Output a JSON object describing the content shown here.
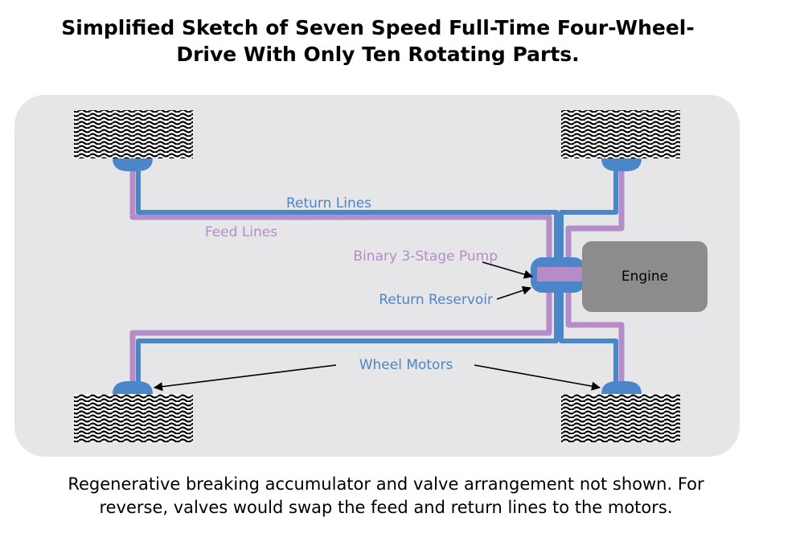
{
  "title": {
    "line1": "Simplified Sketch of Seven Speed Full-Time Four-Wheel-",
    "line2": "Drive With Only Ten Rotating Parts."
  },
  "labels": {
    "return_lines": "Return Lines",
    "feed_lines": "Feed Lines",
    "pump": "Binary 3-Stage Pump",
    "reservoir": "Return Reservoir",
    "engine": "Engine",
    "wheel_motors": "Wheel Motors"
  },
  "caption": {
    "line1": "Regenerative breaking accumulator and valve arrangement not shown. For",
    "line2": "reverse, valves would swap the feed and return lines to the motors."
  },
  "colors": {
    "feed": "#b48cc8",
    "return": "#4a86c8",
    "engine": "#8c8c8c",
    "chassis": "#e6e6e8"
  }
}
